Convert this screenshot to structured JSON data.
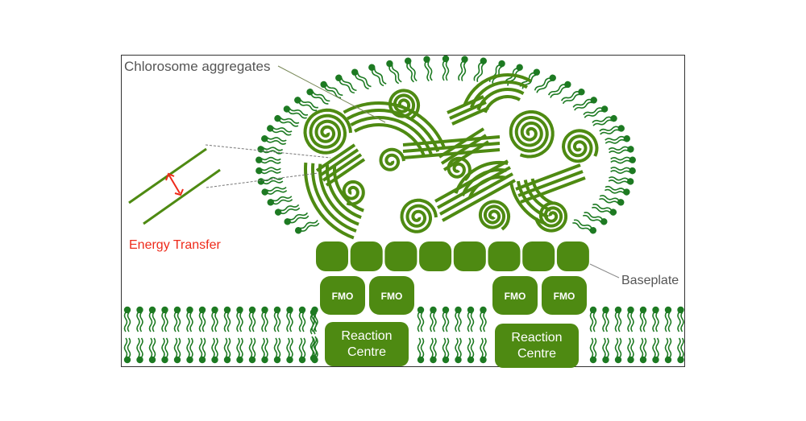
{
  "labels": {
    "chlorosome": "Chlorosome aggregates",
    "energy_transfer": "Energy Transfer",
    "baseplate": "Baseplate",
    "fmo": [
      "FMO",
      "FMO",
      "FMO",
      "FMO"
    ],
    "reaction_centres": [
      {
        "line1": "Reaction",
        "line2": "Centre"
      },
      {
        "line1": "Reaction",
        "line2": "Centre"
      }
    ]
  },
  "colors": {
    "green": "#4e8a12",
    "lipid": "#1d7a22",
    "label": "#555555",
    "energy": "#ee2a1a"
  }
}
